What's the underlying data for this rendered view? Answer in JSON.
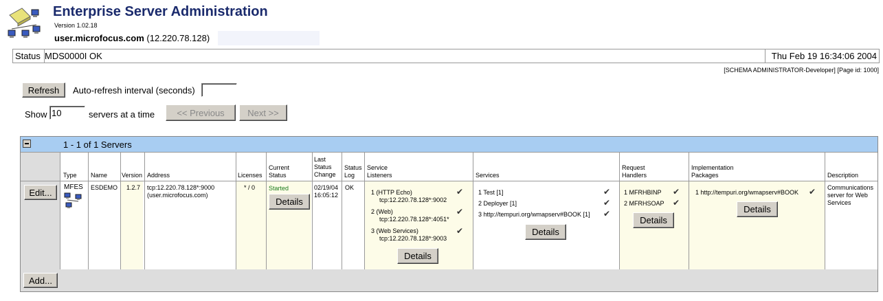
{
  "header": {
    "title": "Enterprise Server Administration",
    "version": "Version 1.02.18",
    "host_name": "user.microfocus.com",
    "host_ip": "(12.220.78.128)"
  },
  "status_bar": {
    "label": "Status",
    "message": "MDS0000I OK",
    "datetime": "Thu Feb 19 16:34:06 2004"
  },
  "user_info": "[SCHEMA ADMINISTRATOR-Developer] [Page id: 1000]",
  "controls": {
    "refresh_label": "Refresh",
    "auto_refresh_label": "Auto-refresh interval (seconds)",
    "auto_refresh_value": "",
    "show_label": "Show",
    "show_value": "10",
    "servers_at_a_time": "servers at a time",
    "previous_label": "<< Previous",
    "next_label": "Next >>"
  },
  "table": {
    "count_label": "1 - 1 of 1 Servers",
    "columns": {
      "type": "Type",
      "name": "Name",
      "version": "Version",
      "address": "Address",
      "licenses": "Licenses",
      "current_status_1": "Current",
      "current_status_2": "Status",
      "last_change_1": "Last",
      "last_change_2": "Status",
      "last_change_3": "Change",
      "status_log_1": "Status",
      "status_log_2": "Log",
      "listeners_1": "Service",
      "listeners_2": "Listeners",
      "services": "Services",
      "handlers_1": "Request",
      "handlers_2": "Handlers",
      "packages_1": "Implementation",
      "packages_2": "Packages",
      "description": "Description"
    },
    "row": {
      "edit_label": "Edit...",
      "type": "MFES",
      "name": "ESDEMO",
      "version": "1.2.7",
      "address_1": "tcp:12.220.78.128*:9000",
      "address_2": "(user.microfocus.com)",
      "licenses": "* / 0",
      "current_status": "Started",
      "details_label": "Details",
      "last_change_date": "02/19/04",
      "last_change_time": "16:05:12",
      "status_log": "OK",
      "listeners": [
        {
          "name": "1  (HTTP Echo)",
          "addr": "tcp:12.220.78.128*:9002"
        },
        {
          "name": "2  (Web)",
          "addr": "tcp:12.220.78.128*:4051*"
        },
        {
          "name": "3  (Web Services)",
          "addr": "tcp:12.220.78.128*:9003"
        }
      ],
      "services": [
        "1  Test [1]",
        "2  Deployer [1]",
        "3  http://tempuri.org/wmapserv#BOOK [1]"
      ],
      "handlers": [
        "1  MFRHBINP",
        "2  MFRHSOAP"
      ],
      "packages": [
        "1  http://tempuri.org/wmapserv#BOOK"
      ],
      "description_1": "Communications",
      "description_2": "server for Web",
      "description_3": "Services"
    },
    "add_label": "Add..."
  }
}
